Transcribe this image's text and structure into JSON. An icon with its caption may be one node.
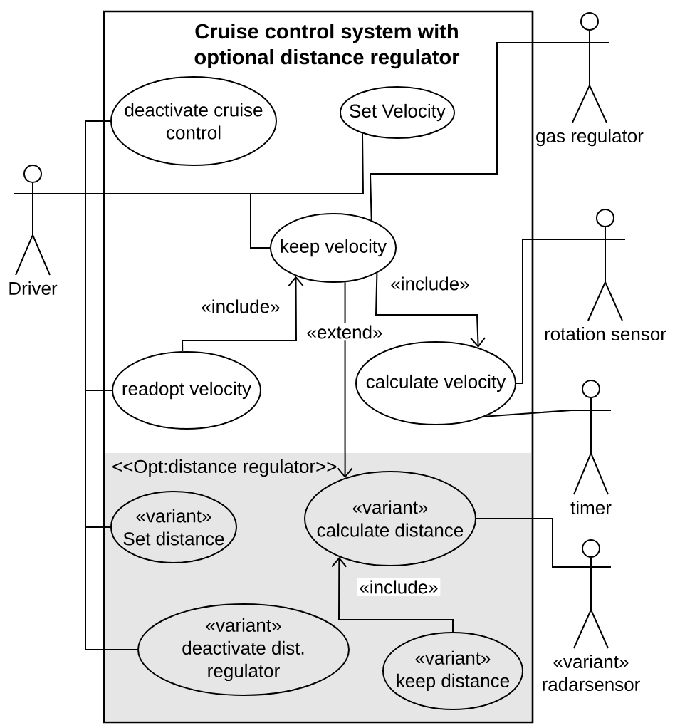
{
  "diagram": {
    "nodes": [
      {
        "text": [
          "Cruise control system with optional distance regulator"
        ]
      },
      {
        "text": [
          "deactivate cruise control"
        ],
        "in": 0
      },
      {
        "text": [
          "Set Velocity"
        ],
        "in": 0
      },
      {
        "text": [
          "keep velocity"
        ],
        "in": 0
      },
      {
        "text": [
          "readopt velocity"
        ],
        "in": 0
      },
      {
        "text": [
          "calculate velocity"
        ],
        "in": 0
      },
      {
        "text": [
          "<<Opt:distance regulator>>"
        ],
        "in": 0
      },
      {
        "text": [
          "«variant»",
          "Set distance"
        ],
        "in": 6
      },
      {
        "text": [
          "«variant»",
          "calculate distance"
        ],
        "in": 6
      },
      {
        "text": [
          "«variant»",
          "deactivate dist. regulator"
        ],
        "in": 6
      },
      {
        "text": [
          "«variant»",
          "keep distance"
        ],
        "in": 6
      },
      {
        "text": [
          "Driver"
        ]
      },
      {
        "text": [
          "gas regulator"
        ]
      },
      {
        "text": [
          "rotation sensor"
        ]
      },
      {
        "text": [
          "timer"
        ]
      },
      {
        "text": [
          "«variant»",
          "radarsensor"
        ]
      }
    ],
    "edges": [
      {
        "from": 11,
        "to": 1,
        "arrow": "none"
      },
      {
        "from": 11,
        "to": 2,
        "arrow": "none"
      },
      {
        "from": 11,
        "to": 3,
        "arrow": "none"
      },
      {
        "from": 11,
        "to": 4,
        "arrow": "none"
      },
      {
        "from": 11,
        "to": 7,
        "arrow": "none"
      },
      {
        "from": 11,
        "to": 9,
        "arrow": "none"
      },
      {
        "from": 12,
        "to": 3,
        "arrow": "none"
      },
      {
        "from": 13,
        "to": 5,
        "arrow": "none"
      },
      {
        "from": 14,
        "to": 5,
        "arrow": "none"
      },
      {
        "from": 15,
        "to": 8,
        "arrow": "none"
      },
      {
        "from": 3,
        "to": 5,
        "arrow": "to",
        "label": "«include»"
      },
      {
        "from": 4,
        "to": 3,
        "arrow": "to",
        "label": "«include»"
      },
      {
        "from": 3,
        "to": 8,
        "arrow": "to",
        "label": "«extend»"
      },
      {
        "from": 10,
        "to": 8,
        "arrow": "to",
        "label": "«include»"
      }
    ]
  }
}
